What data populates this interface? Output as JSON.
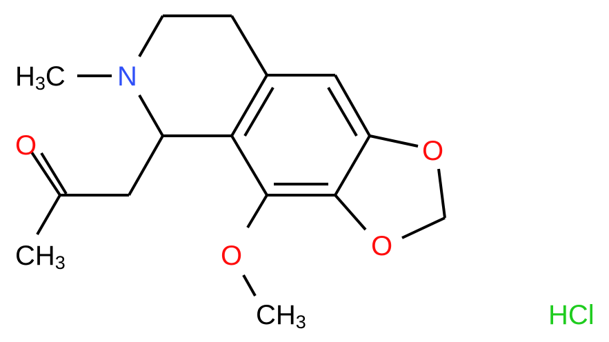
{
  "molecule": {
    "description": "1-(4-methoxy-6-methyl-5,6,7,8-tetrahydro-[1,3]dioxolo[4,5-g]isoquinolin-5-yl)propan-2-one",
    "salt": "HCl",
    "colors": {
      "carbon": "#000000",
      "nitrogen": "#3050F8",
      "oxygen": "#FF0D0D",
      "chlorine": "#1FCC1F",
      "background": "#FFFFFF"
    },
    "labels": {
      "n_methyl": {
        "main": "H",
        "sub": "3",
        "tail": "C"
      },
      "nitrogen": "N",
      "carbonyl_oxygen": "O",
      "acetyl_methyl": {
        "main": "CH",
        "sub": "3"
      },
      "dioxole_oxygen_upper": "O",
      "dioxole_oxygen_lower": "O",
      "methoxy_oxygen": "O",
      "methoxy_methyl": {
        "main": "CH",
        "sub": "3"
      },
      "hcl": "HCl"
    }
  }
}
